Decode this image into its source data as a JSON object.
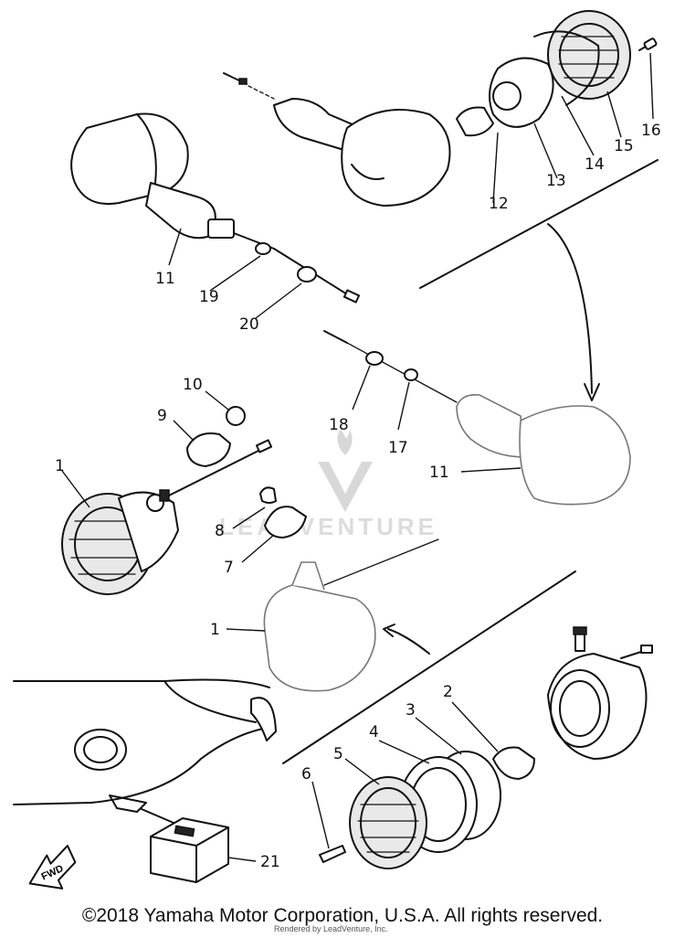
{
  "diagram": {
    "callouts": {
      "c1": "1",
      "c2": "2",
      "c3": "3",
      "c4": "4",
      "c5": "5",
      "c6": "6",
      "c7": "7",
      "c8": "8",
      "c9": "9",
      "c10": "10",
      "c11": "11",
      "c12": "12",
      "c13": "13",
      "c14": "14",
      "c15": "15",
      "c16": "16",
      "c17": "17",
      "c18": "18",
      "c19": "19",
      "c20": "20",
      "c21": "21"
    },
    "fwd_label": "FWD",
    "watermark": "LEADVENTURE"
  },
  "footer": {
    "copyright": "©2018 Yamaha Motor Corporation, U.S.A. All rights reserved.",
    "rendered_by": "Rendered by LeadVenture, Inc."
  }
}
